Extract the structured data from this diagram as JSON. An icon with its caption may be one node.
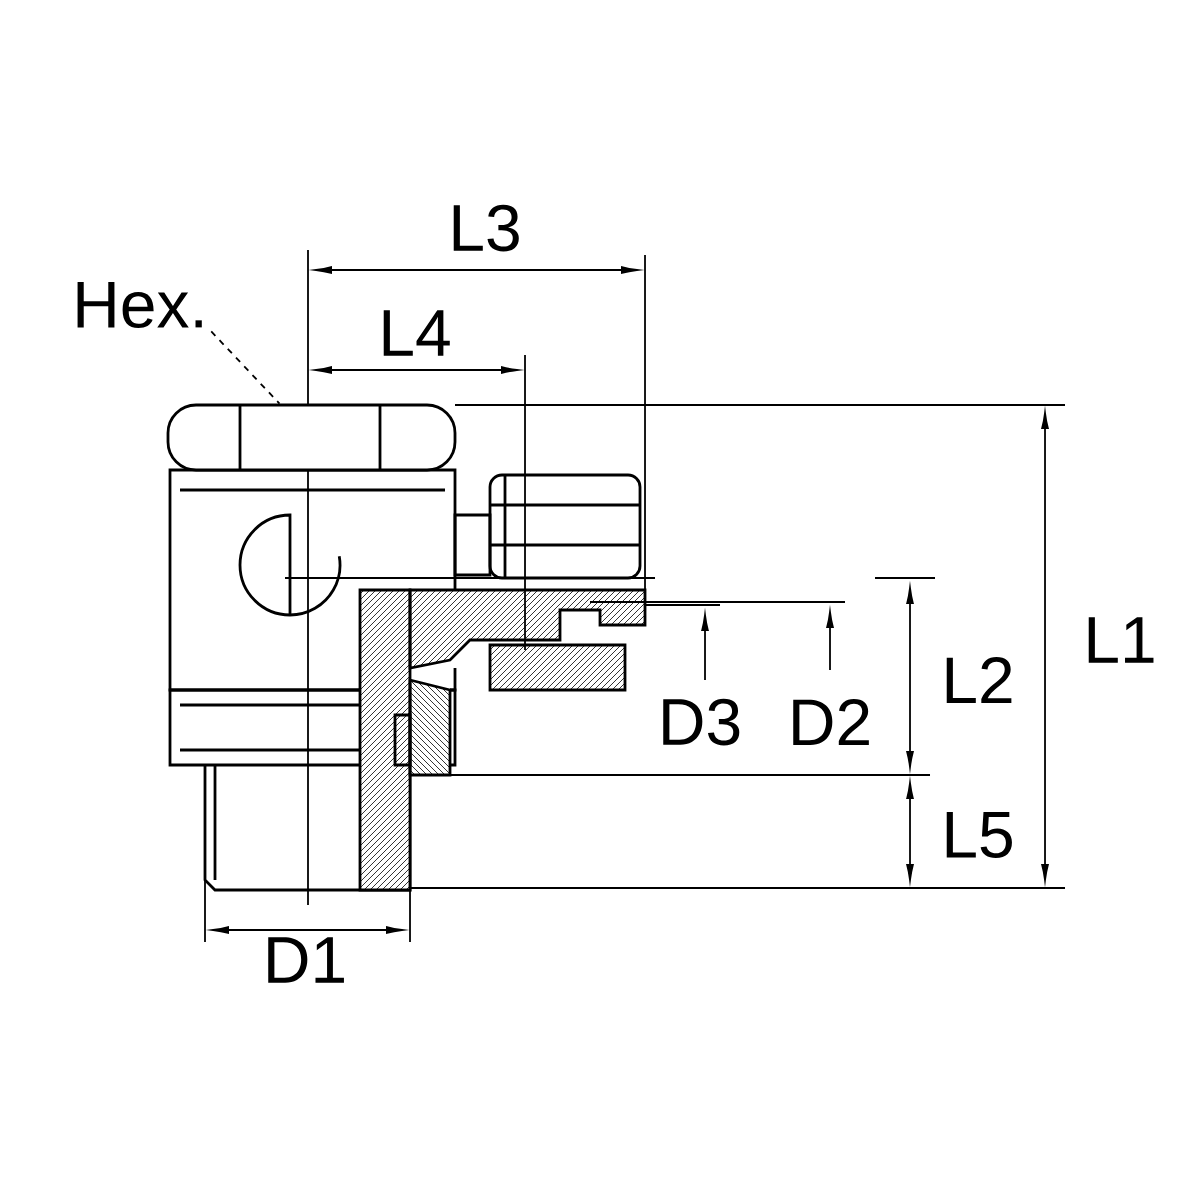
{
  "diagram": {
    "nodes": [
      {
        "text": [
          "Hex."
        ]
      },
      {
        "text": [],
        "shape": "picture"
      }
    ],
    "edges": [
      {
        "from": 0,
        "to": 1,
        "arrow": "none",
        "style": "dashed"
      }
    ],
    "labels": [
      "L3",
      "L4",
      "L1",
      "L2",
      "D3",
      "D2",
      "L5",
      "D1"
    ]
  }
}
